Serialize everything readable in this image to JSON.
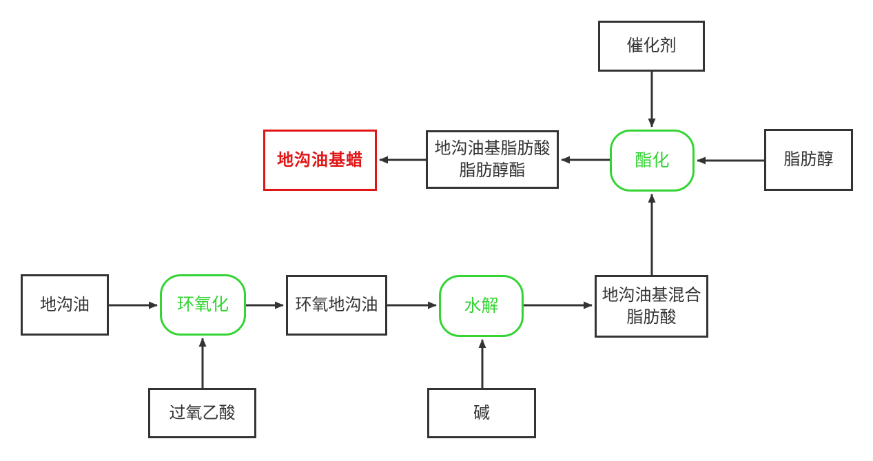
{
  "diagram": {
    "description_type": "flowchart",
    "colors": {
      "node_border": "#333333",
      "node_text": "#333333",
      "arrow": "#333333",
      "process_green": "#33d433",
      "highlight_red": "#e01515"
    },
    "nodes": {
      "catalyst": {
        "label": "催化剂",
        "kind": "material"
      },
      "esterification": {
        "label": "酯化",
        "kind": "process"
      },
      "fatty_alcohol": {
        "label": "脂肪醇",
        "kind": "material"
      },
      "ester_product": {
        "label": "地沟油基脂肪酸\n脂肪醇酯",
        "kind": "material"
      },
      "wax": {
        "label": "地沟油基蜡",
        "kind": "final-product"
      },
      "gutter_oil": {
        "label": "地沟油",
        "kind": "material"
      },
      "epoxidation": {
        "label": "环氧化",
        "kind": "process"
      },
      "epoxidized_oil": {
        "label": "环氧地沟油",
        "kind": "material"
      },
      "hydrolysis": {
        "label": "水解",
        "kind": "process"
      },
      "mixed_fatty_acid": {
        "label": "地沟油基混合\n脂肪酸",
        "kind": "material"
      },
      "peracetic_acid": {
        "label": "过氧乙酸",
        "kind": "material"
      },
      "alkali": {
        "label": "碱",
        "kind": "material"
      }
    },
    "edges": [
      {
        "from": "catalyst",
        "to": "esterification"
      },
      {
        "from": "fatty_alcohol",
        "to": "esterification"
      },
      {
        "from": "esterification",
        "to": "ester_product"
      },
      {
        "from": "ester_product",
        "to": "wax"
      },
      {
        "from": "gutter_oil",
        "to": "epoxidation"
      },
      {
        "from": "epoxidation",
        "to": "epoxidized_oil"
      },
      {
        "from": "epoxidized_oil",
        "to": "hydrolysis"
      },
      {
        "from": "hydrolysis",
        "to": "mixed_fatty_acid"
      },
      {
        "from": "peracetic_acid",
        "to": "epoxidation"
      },
      {
        "from": "alkali",
        "to": "hydrolysis"
      },
      {
        "from": "mixed_fatty_acid",
        "to": "esterification"
      }
    ]
  }
}
